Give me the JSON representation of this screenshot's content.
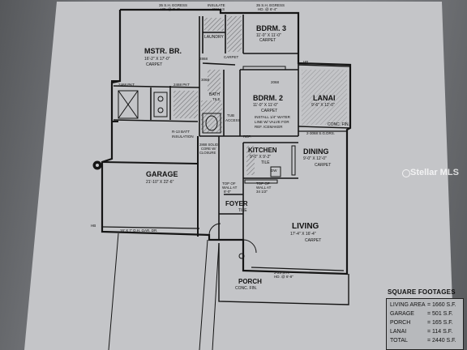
{
  "rooms": {
    "master": {
      "name": "MSTR. BR.",
      "size": "16'-2\" X 17'-0\"",
      "floor": "CARPET"
    },
    "bedroom3": {
      "name": "BDRM. 3",
      "size": "11'-0\" X 11'-0\"",
      "floor": "CARPET"
    },
    "bedroom2": {
      "name": "BDRM. 2",
      "size": "11'-0\" X 11'-0\"",
      "floor": "CARPET"
    },
    "lanai": {
      "name": "LANAI",
      "size": "9'-6\" X 12'-0\"",
      "floor": "CONC. FIN."
    },
    "kitchen": {
      "name": "KITCHEN",
      "size": "9'-0\" X 9'-2\"",
      "floor": "TILE"
    },
    "dining": {
      "name": "DINING",
      "size": "9'-0\" X 12'-0\"",
      "floor": "CARPET"
    },
    "garage": {
      "name": "GARAGE",
      "size": "21'-10\" X 22'-6\""
    },
    "foyer": {
      "name": "FOYER",
      "floor": "TILE"
    },
    "living": {
      "name": "LIVING",
      "size": "17'-4\" X 16'-4\"",
      "floor": "CARPET"
    },
    "porch": {
      "name": "PORCH",
      "floor": "CONC. FIN."
    },
    "laundry": {
      "name": "LAUNDRY"
    },
    "bath": {
      "name": "BATH",
      "floor": "TILE"
    }
  },
  "notes": {
    "egress1": "35 S.H. EGRESS",
    "egress1b": "HD. @ 6'-4\"",
    "insulate": "INSULATE",
    "insulate_b": "WALLS",
    "egress2": "35 S.H. EGRESS",
    "egress2b": "HD. @ 6'-4\"",
    "pkt1": "2468 PKT",
    "pkt2": "2468 PKT",
    "water_line": "INSTALL 1/4\" WATER",
    "water_line_b": "LINE W/ VALVE FOR",
    "water_line_c": "REF. ICEMAKER",
    "batt": "R-13 BATT",
    "batt_b": "INSULATION",
    "door_sgd": "2-3068 S.G.DRS.",
    "solid_core": "2868 SOLID",
    "solid_core_b": "CORE W/",
    "solid_core_c": "CLOSURE",
    "wall_top1": "TOP OF",
    "wall_top1b": "WALL AT",
    "wall_top1c": "8'-0\"",
    "wall_top2": "TOP OF",
    "wall_top2b": "WALL AT",
    "wall_top2c": "34 1/2\"",
    "garage_door": "16' X 7' O.H. GAR. DR.",
    "porch_window": "2-25 S.H.",
    "porch_window_b": "HD. @ 6'-8\"",
    "tub_access": "TUB",
    "tub_access_b": "ACCESS",
    "door_2868": "2868",
    "door_2068": "2068",
    "door_3068": "3068",
    "hb1": "HB",
    "hb2": "HB",
    "carpet_hall": "CARPET",
    "ref": "REF.",
    "dw": "DW"
  },
  "square_footages": {
    "title": "SQUARE FOOTAGES",
    "rows": [
      {
        "name": "LIVING AREA",
        "value": "= 1660 S.F."
      },
      {
        "name": "GARAGE",
        "value": "= 501 S.F."
      },
      {
        "name": "PORCH",
        "value": "= 165 S.F."
      },
      {
        "name": "LANAI",
        "value": "= 114 S.F."
      },
      {
        "name": "TOTAL",
        "value": "= 2440 S.F."
      }
    ]
  },
  "watermark": "Stellar MLS",
  "colors": {
    "paper": "#c9cacc",
    "ink": "#141414",
    "hatch": "#7a7b7e"
  }
}
